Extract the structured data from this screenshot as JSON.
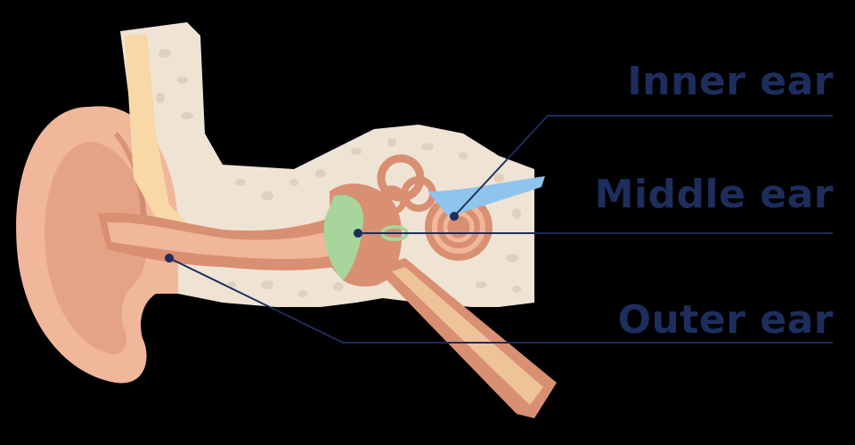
{
  "labels": {
    "inner": "Inner ear",
    "middle": "Middle ear",
    "outer": "Outer ear"
  },
  "colors": {
    "label_text": "#1d2d5c",
    "leader_line": "#1d2d5c",
    "background": "#000000",
    "skin": "#f0b79a",
    "skin_shadow": "#d98f72",
    "bone": "#efe3d4",
    "bone_pore": "#e0d0bd",
    "cartilage": "#f7d8a6",
    "eardrum": "#a7d59b",
    "nerve": "#8fc4ec"
  }
}
